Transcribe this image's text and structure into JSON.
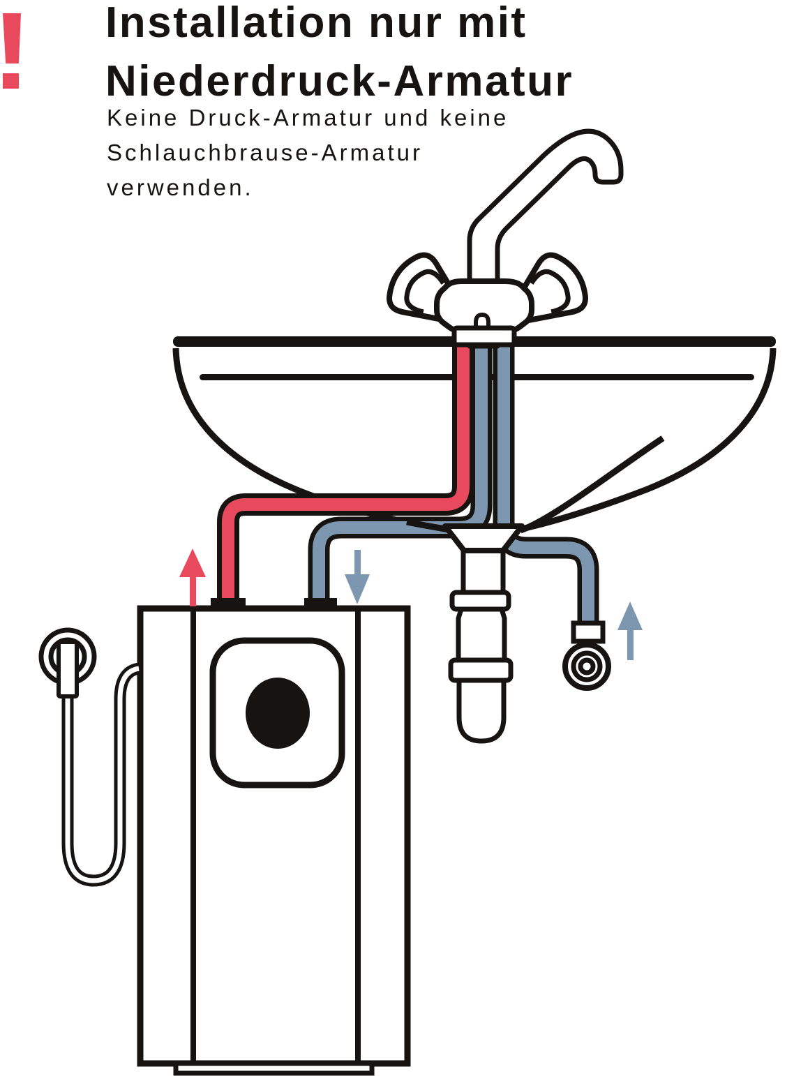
{
  "meta": {
    "kind": "installation-warning-diagram",
    "language": "de"
  },
  "warning": {
    "exclamation": "!",
    "title_line1": "Installation nur mit",
    "title_line2": "Niederdruck-Armatur",
    "body_line1": "Keine Druck-Armatur und keine",
    "body_line2": "Schlauchbrause-Armatur",
    "body_line3": "verwenden."
  },
  "colors": {
    "accent_red": "#E8495C",
    "accent_blue": "#7E97B0",
    "line": "#171310",
    "background": "#FFFFFF"
  },
  "icons": {
    "warning-exclamation-icon": "exclamation-mark",
    "hot-flow-arrow": "arrow-up",
    "cold-flow-arrow-heater": "arrow-down",
    "cold-flow-arrow-supply": "arrow-up"
  },
  "diagram": {
    "parts": [
      "two-handle-low-pressure-faucet",
      "wash-basin",
      "hot-water-pipe-red",
      "cold-water-pipe-to-heater-blue",
      "cold-water-supply-pipe-blue",
      "drain-trap",
      "angle-valve",
      "undersink-water-heater",
      "heater-control-knob",
      "power-cord-with-plug"
    ]
  }
}
